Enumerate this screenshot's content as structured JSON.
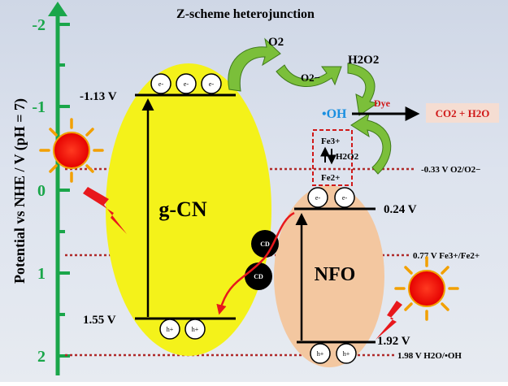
{
  "title": "Z-scheme heterojunction",
  "y_axis": {
    "label": "Potential vs NHE / V (pH = 7)",
    "ticks": [
      "-2",
      "-1",
      "0",
      "1",
      "2"
    ]
  },
  "gcn": {
    "name": "g-CN",
    "cb_label": "-1.13 V",
    "vb_label": "1.55 V",
    "electron": "e-",
    "hole": "h+"
  },
  "nfo": {
    "name": "NFO",
    "cb_label": "0.24 V",
    "vb_label": "1.92 V",
    "electron": "e-",
    "hole": "h+"
  },
  "cd": {
    "label": "CD"
  },
  "species": {
    "o2_top": "O2",
    "o2_radical": "O2−",
    "h2o2_top": "H2O2",
    "oh_radical": "•OH",
    "dye": "Dye",
    "products": "CO2 + H2O",
    "fe3": "Fe3+",
    "fe2": "Fe2+",
    "h2o2_fenton": "H2O2"
  },
  "ref_lines": {
    "o2": "-0.33 V O2/O2−",
    "fe": "0.77 V Fe3+/Fe2+",
    "oh": "1.98 V H2O/•OH"
  },
  "colors": {
    "axis_green": "#1aa64a",
    "gcn_yellow": "#f4f21a",
    "nfo_peach": "#f3c7a0",
    "ref_red": "#b02a2a",
    "oh_blue": "#1a8fe0",
    "dye_red": "#d01818"
  }
}
